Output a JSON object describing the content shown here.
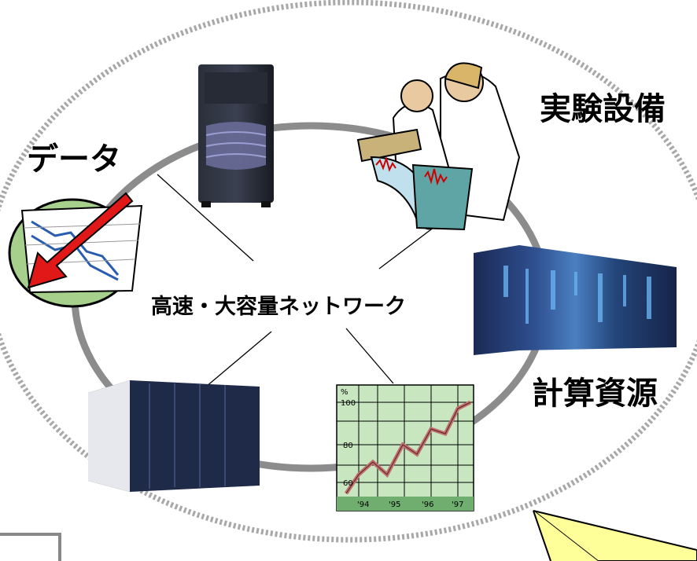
{
  "labels": {
    "data": "データ",
    "experiment": "実験設備",
    "compute": "計算資源",
    "network": "高速・大容量ネットワーク"
  },
  "chart_inset": {
    "ylabel": "%",
    "y_ticks": [
      "100",
      "80",
      "60"
    ],
    "x_ticks": [
      "'94",
      "'95",
      "'96",
      "'97"
    ]
  },
  "colors": {
    "ring": "#8c8c8c",
    "dotted_boundary": "#a8a8a8",
    "callout": "#ffff99",
    "chart_background": "#c8e6c0",
    "chart_line": "#c07070",
    "server_dark": "#1a2540"
  },
  "icons": [
    "server-tower-icon",
    "scientists-icon",
    "mainframe-icon",
    "supercomputer-icon",
    "line-chart-icon",
    "declining-chart-icon"
  ]
}
